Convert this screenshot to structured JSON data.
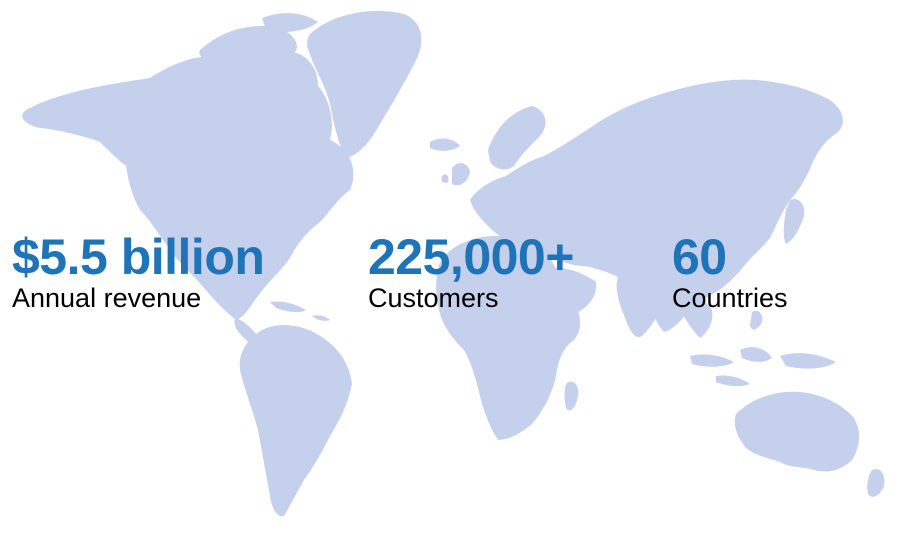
{
  "theme": {
    "accent": "#1f73b7",
    "land": "#c5d0ec",
    "label": "#000000",
    "background": "#ffffff"
  },
  "map": {
    "icon": "world-map-icon"
  },
  "stats": [
    {
      "value": "$5.5 billion",
      "label": "Annual revenue"
    },
    {
      "value": "225,000+",
      "label": "Customers"
    },
    {
      "value": "60",
      "label": "Countries"
    }
  ]
}
